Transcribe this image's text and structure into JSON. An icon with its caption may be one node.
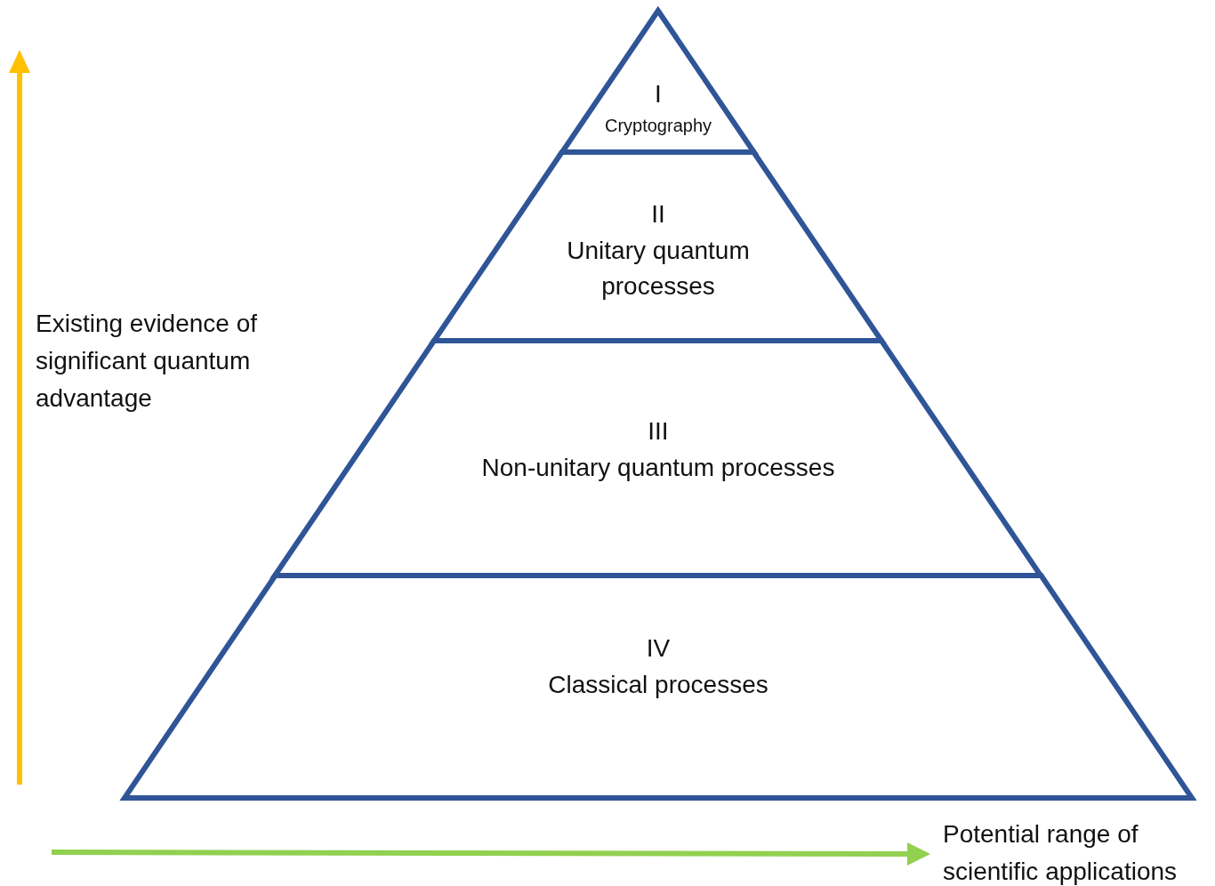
{
  "diagram": {
    "nodes": [
      {
        "text": [
          "I",
          "Cryptography"
        ]
      },
      {
        "text": [
          "II",
          "Unitary quantum processes"
        ]
      },
      {
        "text": [
          "III",
          "Non-unitary quantum processes"
        ]
      },
      {
        "text": [
          "IV",
          "Classical processes"
        ]
      }
    ],
    "labels": [
      "Existing evidence of significant quantum advantage",
      "Potential range of scientific applications"
    ]
  }
}
